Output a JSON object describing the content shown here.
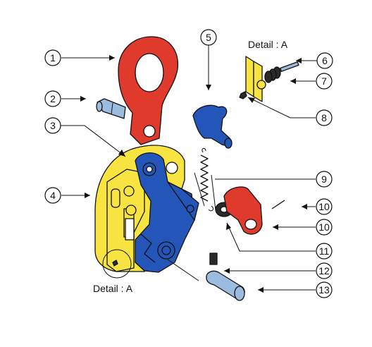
{
  "detail_label": "Detail : A",
  "colors": {
    "yellow": "#f7e441",
    "red": "#df3a2c",
    "blue": "#2356b8",
    "steel": "#9bbcdf",
    "dark": "#2a2a2a",
    "white": "#ffffff",
    "outline": "#111111"
  },
  "callouts": [
    {
      "id": "c1",
      "number": "1"
    },
    {
      "id": "c2",
      "number": "2"
    },
    {
      "id": "c3",
      "number": "3"
    },
    {
      "id": "c4",
      "number": "4"
    },
    {
      "id": "c5",
      "number": "5"
    },
    {
      "id": "c6",
      "number": "6"
    },
    {
      "id": "c7",
      "number": "7"
    },
    {
      "id": "c8",
      "number": "8"
    },
    {
      "id": "c9",
      "number": "9"
    },
    {
      "id": "c10a",
      "number": "10"
    },
    {
      "id": "c10b",
      "number": "10"
    },
    {
      "id": "c11",
      "number": "11"
    },
    {
      "id": "c12",
      "number": "12"
    },
    {
      "id": "c13",
      "number": "13"
    }
  ]
}
